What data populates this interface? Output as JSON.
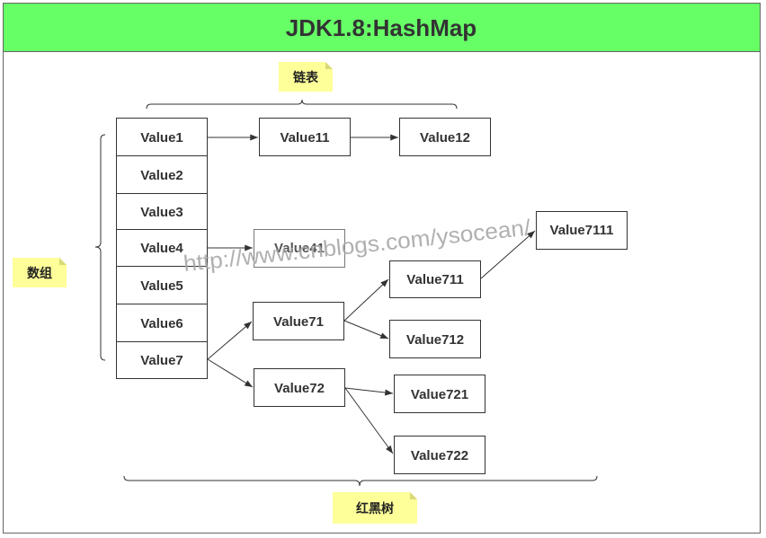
{
  "title": "JDK1.8:HashMap",
  "notes": {
    "linked_list": "链表",
    "array": "数组",
    "red_black_tree": "红黑树"
  },
  "array": [
    "Value1",
    "Value2",
    "Value3",
    "Value4",
    "Value5",
    "Value6",
    "Value7"
  ],
  "nodes": {
    "value11": "Value11",
    "value12": "Value12",
    "value41": "Value41",
    "value71": "Value71",
    "value72": "Value72",
    "value711": "Value711",
    "value712": "Value712",
    "value721": "Value721",
    "value722": "Value722",
    "value7111": "Value7111"
  },
  "watermark": "http://www.cnblogs.com/ysocean/",
  "colors": {
    "title_bar": "#66FF66",
    "note": "#FFFF99",
    "note_fold": "#D9D977",
    "line": "#333333"
  }
}
